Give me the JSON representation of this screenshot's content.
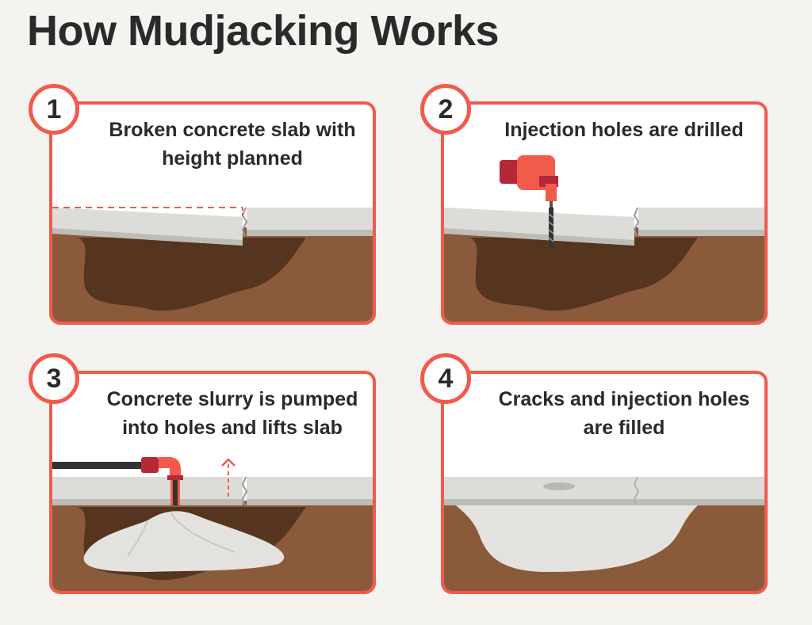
{
  "title": "How Mudjacking Works",
  "steps": [
    {
      "number": "1",
      "caption": "Broken concrete slab with height planned"
    },
    {
      "number": "2",
      "caption": "Injection holes are drilled"
    },
    {
      "number": "3",
      "caption": "Concrete slurry is pumped into holes and lifts slab"
    },
    {
      "number": "4",
      "caption": "Cracks and injection holes are filled"
    }
  ],
  "colors": {
    "accent": "#f25a4c",
    "soil": "#8a5a3a",
    "void": "#553420",
    "slab": "#dcdcd8",
    "slurry": "#e3e2de",
    "background": "#f4f3ef"
  }
}
